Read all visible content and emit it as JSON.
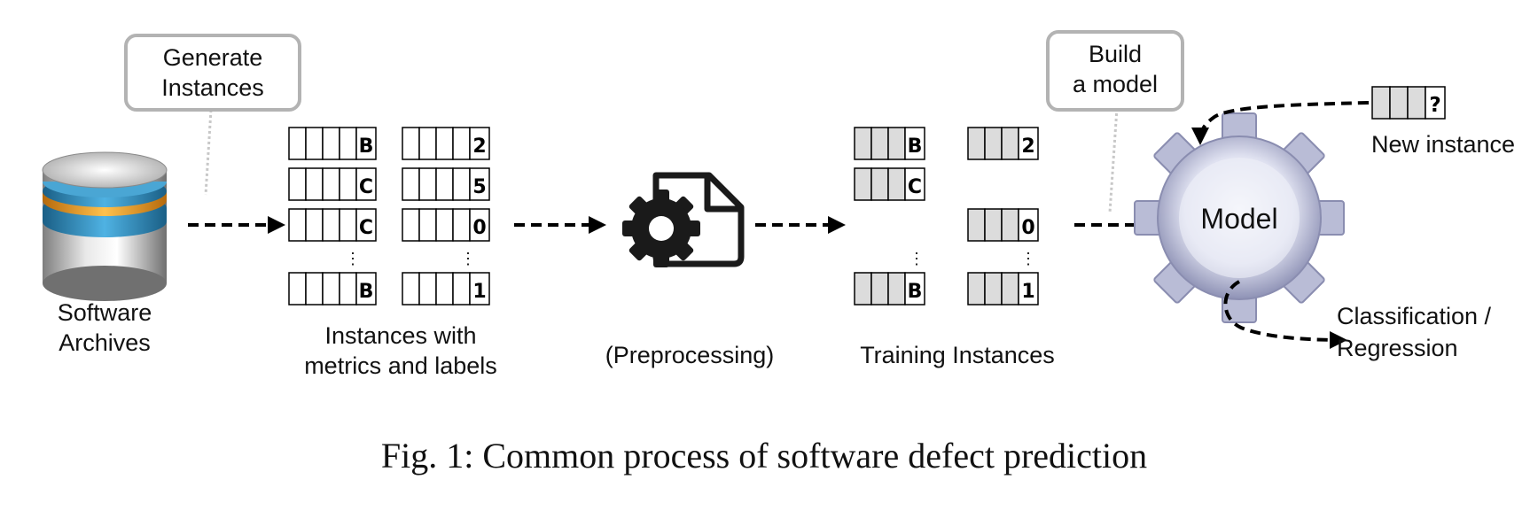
{
  "figure": {
    "caption": "Fig. 1: Common process of software defect prediction"
  },
  "nodes": {
    "archives": {
      "line1": "Software",
      "line2": "Archives"
    },
    "generate_callout": {
      "line1": "Generate",
      "line2": "Instances"
    },
    "instances": {
      "line1": "Instances with",
      "line2": "metrics and labels"
    },
    "preprocessing": {
      "label": "(Preprocessing)"
    },
    "training": {
      "label": "Training Instances"
    },
    "build_callout": {
      "line1": "Build",
      "line2": "a model"
    },
    "model": {
      "label": "Model"
    },
    "new_instance": {
      "label": "New instance",
      "unknown": "?"
    },
    "output": {
      "line1": "Classification /",
      "line2": "Regression"
    }
  },
  "instances_table": {
    "class_labels": [
      "B",
      "C",
      "C",
      "B"
    ],
    "count_labels": [
      "2",
      "5",
      "0",
      "1"
    ]
  },
  "training_table": {
    "class_labels": [
      "B",
      "C",
      "B"
    ],
    "count_labels": [
      "2",
      "0",
      "1"
    ]
  },
  "colors": {
    "callout_border": "#b3b3b3",
    "shaded_cell": "#dcdcdc",
    "gear_light": "#e6e8f4",
    "gear_dark": "#7c80a8",
    "db_orange": "#e8961e",
    "db_blue": "#2e7fae"
  }
}
